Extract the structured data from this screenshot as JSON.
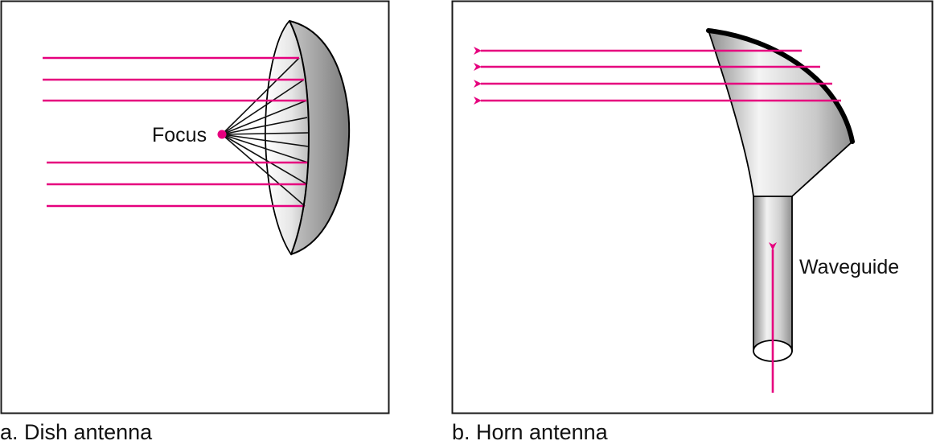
{
  "panels": [
    {
      "id": "dish",
      "caption": "a. Dish antenna",
      "labels": {
        "focus": "Focus"
      }
    },
    {
      "id": "horn",
      "caption": "b. Horn antenna",
      "labels": {
        "waveguide": "Waveguide"
      }
    }
  ],
  "colors": {
    "ray": "#e6007e",
    "frame": "#1a1a1a",
    "metal_light": "#f2f2f2",
    "metal_dark": "#8a8a8a",
    "rim": "#000000"
  }
}
